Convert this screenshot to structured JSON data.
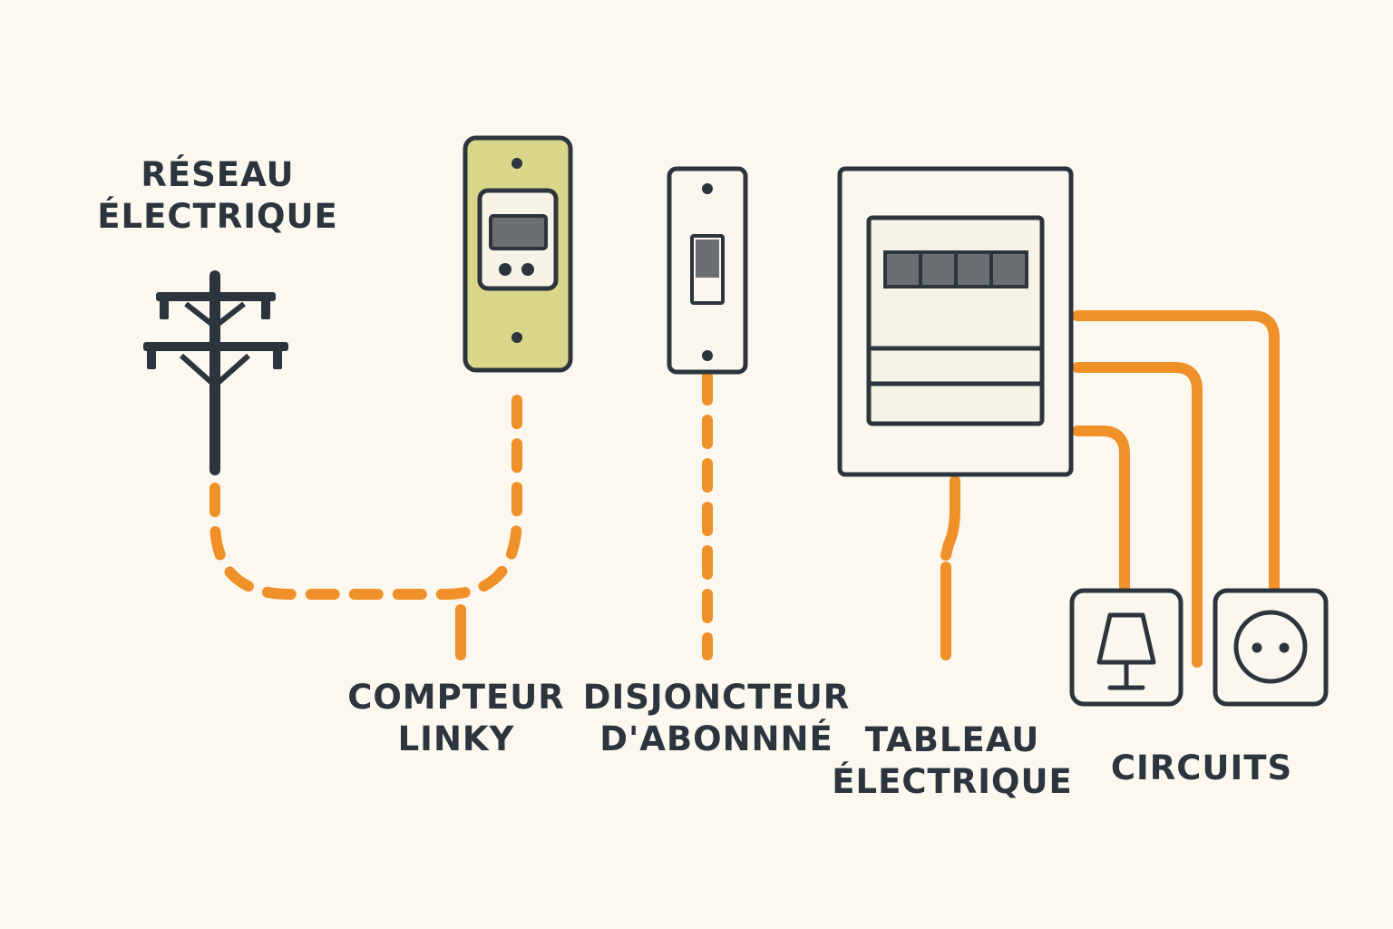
{
  "diagram": {
    "title": "Schéma de raccordement électrique",
    "colors": {
      "background": "#fcf8f0",
      "stroke": "#2c353d",
      "wire": "#ef9128",
      "meter_body": "#d9d68a",
      "panel_fill": "#f7f2e6",
      "display": "#6b6f73"
    },
    "nodes": [
      {
        "id": "reseau",
        "icon": "power-pole-icon",
        "label_line1": "RÉSEAU",
        "label_line2": "ÉLECTRIQUE"
      },
      {
        "id": "compteur",
        "icon": "linky-meter-icon",
        "label_line1": "COMPTEUR",
        "label_line2": "LINKY"
      },
      {
        "id": "disjoncteur",
        "icon": "circuit-breaker-icon",
        "label_line1": "DISJONCTEUR",
        "label_line2": "D'ABONNNÉ"
      },
      {
        "id": "tableau",
        "icon": "electrical-panel-icon",
        "label_line1": "TABLEAU",
        "label_line2": "ÉLECTRIQUE"
      },
      {
        "id": "circuits",
        "icons": [
          "lamp-icon",
          "socket-icon"
        ],
        "label_line1": "CIRCUITS"
      }
    ]
  }
}
